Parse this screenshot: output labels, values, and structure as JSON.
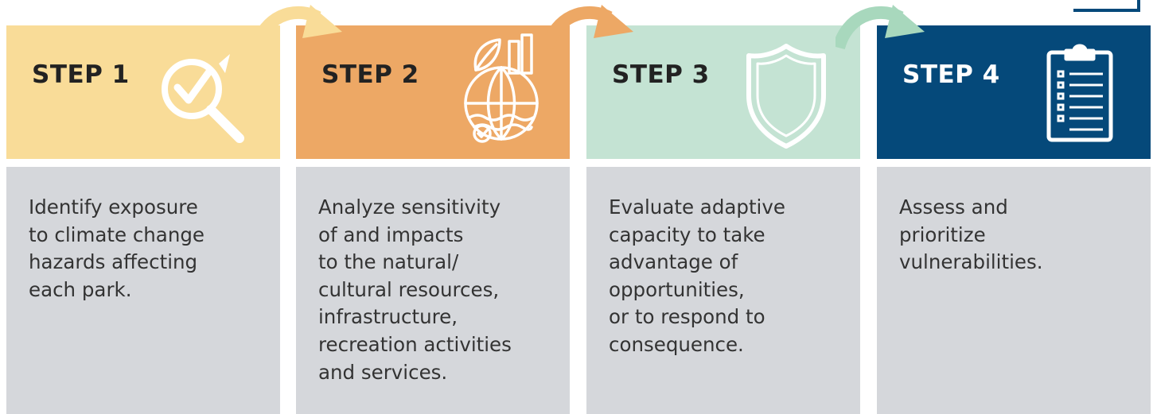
{
  "steps": [
    {
      "title": "STEP 1",
      "description": "Identify exposure\nto climate change\nhazards affecting\neach park.",
      "color": "#f9dc98",
      "icon": "magnifier-check-icon"
    },
    {
      "title": "STEP 2",
      "description": "Analyze sensitivity\nof and impacts\nto the natural/\ncultural resources,\ninfrastructure,\nrecreation activities\nand services.",
      "color": "#eda865",
      "icon": "globe-leaf-icon"
    },
    {
      "title": "STEP 3",
      "description": "Evaluate adaptive\ncapacity to take\nadvantage of\nopportunities,\nor to respond to\nconsequence.",
      "color": "#c4e3d3",
      "icon": "shield-icon"
    },
    {
      "title": "STEP 4",
      "description": "Assess and\nprioritize\nvulnerabilities.",
      "color": "#05497a",
      "icon": "clipboard-checklist-icon"
    }
  ],
  "colors": {
    "description_background": "#d5d7db",
    "arrow_1": "#f9dc98",
    "arrow_2": "#eda865",
    "arrow_3": "#a8d8bd",
    "corner_accent": "#05497a"
  }
}
